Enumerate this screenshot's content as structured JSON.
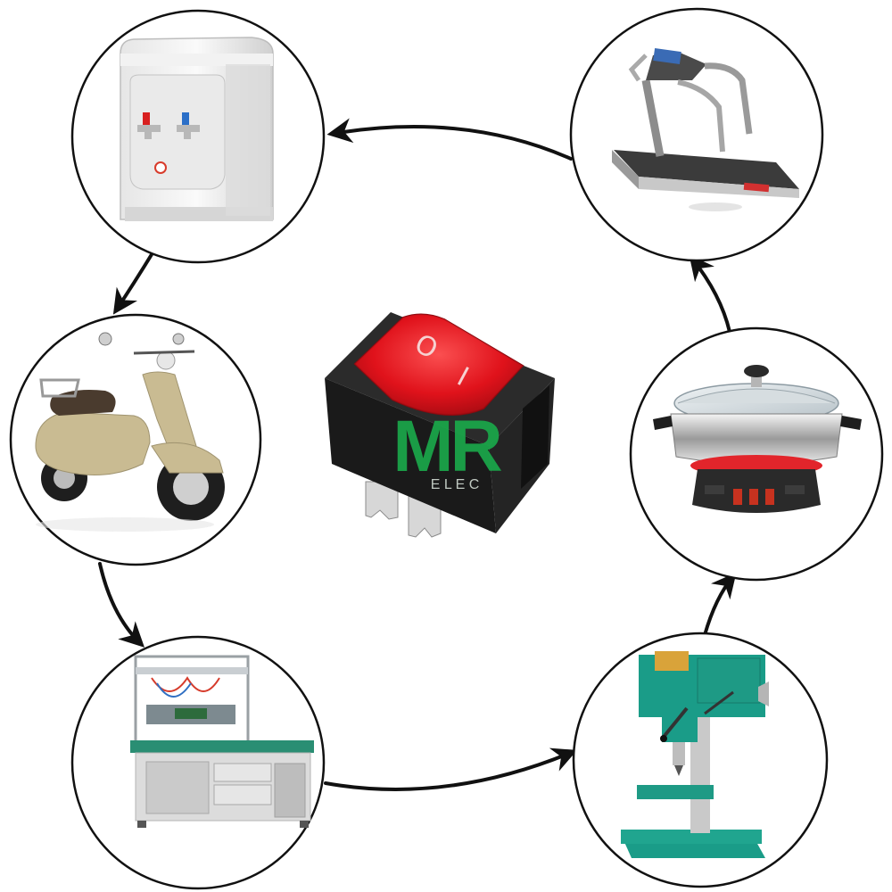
{
  "diagram": {
    "center_item": "rocker-switch",
    "switch": {
      "symbol_on": "I",
      "symbol_off": "O",
      "color": "#e0121b"
    },
    "watermark": {
      "logo_letters": "MR",
      "sub_text": "E L E C",
      "color": "#1aa84a"
    },
    "applications": [
      "water-dispenser",
      "treadmill",
      "electric-hot-pot",
      "drill-press",
      "test-bench",
      "scooter"
    ],
    "colors": {
      "circle_stroke": "#111111",
      "arrow": "#111111",
      "machine_green": "#1a9c88",
      "scooter_beige": "#c9bb92",
      "heater_red": "#e2252b"
    }
  }
}
